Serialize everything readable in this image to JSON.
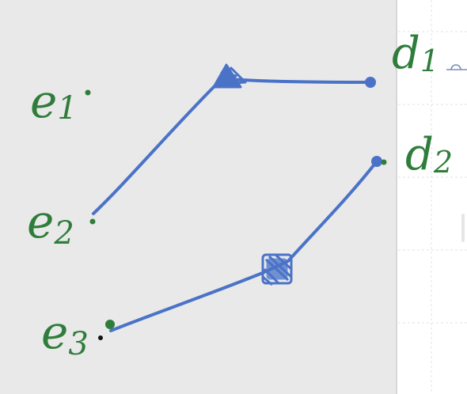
{
  "diagram": {
    "left_nodes": [
      {
        "id": "e1",
        "letter": "e",
        "subscript": "1"
      },
      {
        "id": "e2",
        "letter": "e",
        "subscript": "2"
      },
      {
        "id": "e3",
        "letter": "e",
        "subscript": "3"
      }
    ],
    "right_nodes": [
      {
        "id": "d1",
        "letter": "d",
        "subscript": "1"
      },
      {
        "id": "d2",
        "letter": "d",
        "subscript": "2"
      }
    ],
    "edges": [
      {
        "from": "e2",
        "to": "d1",
        "via": "triangle-scribble"
      },
      {
        "from": "e3",
        "to": "d2",
        "via": "square-scribble"
      }
    ]
  },
  "colors": {
    "panel_bg": "#e9e9ea",
    "ink_green": "#2f7d3a",
    "ink_blue": "#4a73c8",
    "grid_line": "#dfe3ea"
  }
}
